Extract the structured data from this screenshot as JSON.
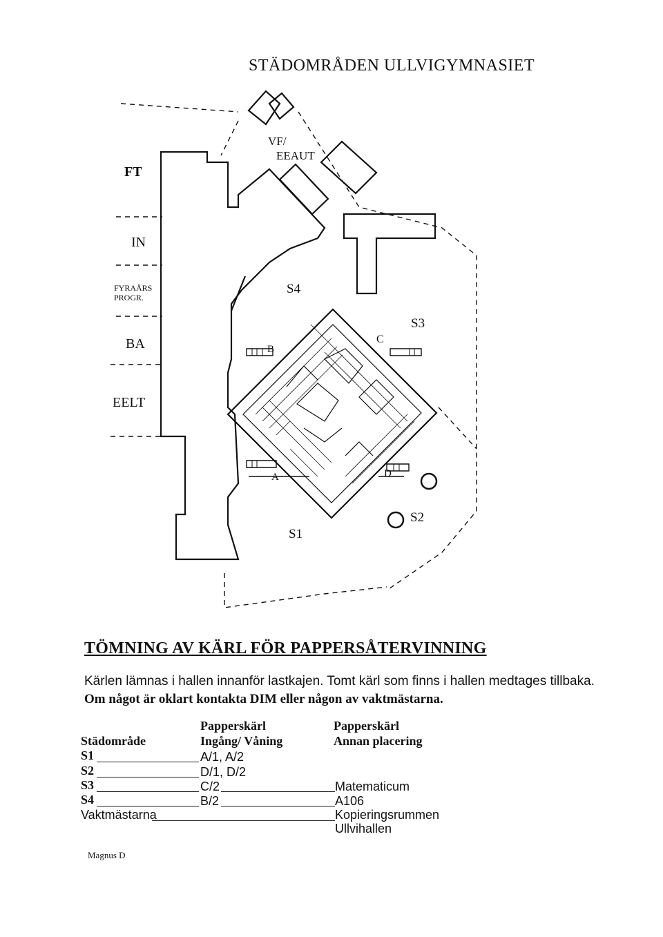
{
  "page_title": "STÄDOMRÅDEN ULLVIGYMNASIET",
  "map": {
    "side_labels": [
      "FT",
      "IN",
      "FYRAÅRS",
      "PROGR.",
      "BA",
      "EELT"
    ],
    "building_labels": {
      "vf": "VF/",
      "eeaut": "EEAUT",
      "s4": "S4",
      "s3": "S3",
      "s1": "S1",
      "s2": "S2",
      "a": "A",
      "b": "B",
      "c": "C",
      "d": "D"
    }
  },
  "heading": "TÖMNING AV KÄRL FÖR PAPPERSÅTERVINNING",
  "paragraph_1": "Kärlen lämnas i hallen innanför lastkajen. Tomt kärl som finns i hallen medtages tillbaka.",
  "paragraph_2": "Om något är oklart kontakta DIM eller någon av vaktmästarna.",
  "table": {
    "col_headers": {
      "col1": "Städområde",
      "col2_line1": "Papperskärl",
      "col2_line2": "Ingång/ Våning",
      "col3_line1": "Papperskärl",
      "col3_line2": "Annan placering"
    },
    "rows": [
      {
        "area": "S1",
        "entrance": "A/1, A/2",
        "other": ""
      },
      {
        "area": "S2",
        "entrance": "D/1, D/2",
        "other": ""
      },
      {
        "area": "S3",
        "entrance": "C/2",
        "other": "Matematicum"
      },
      {
        "area": "S4",
        "entrance": "B/2",
        "other": "A106"
      },
      {
        "area": "Vaktmästarna",
        "entrance": "",
        "other": "Kopieringsrummen"
      },
      {
        "area": "",
        "entrance": "",
        "other": "Ullvihallen"
      }
    ]
  },
  "signature": "Magnus D"
}
